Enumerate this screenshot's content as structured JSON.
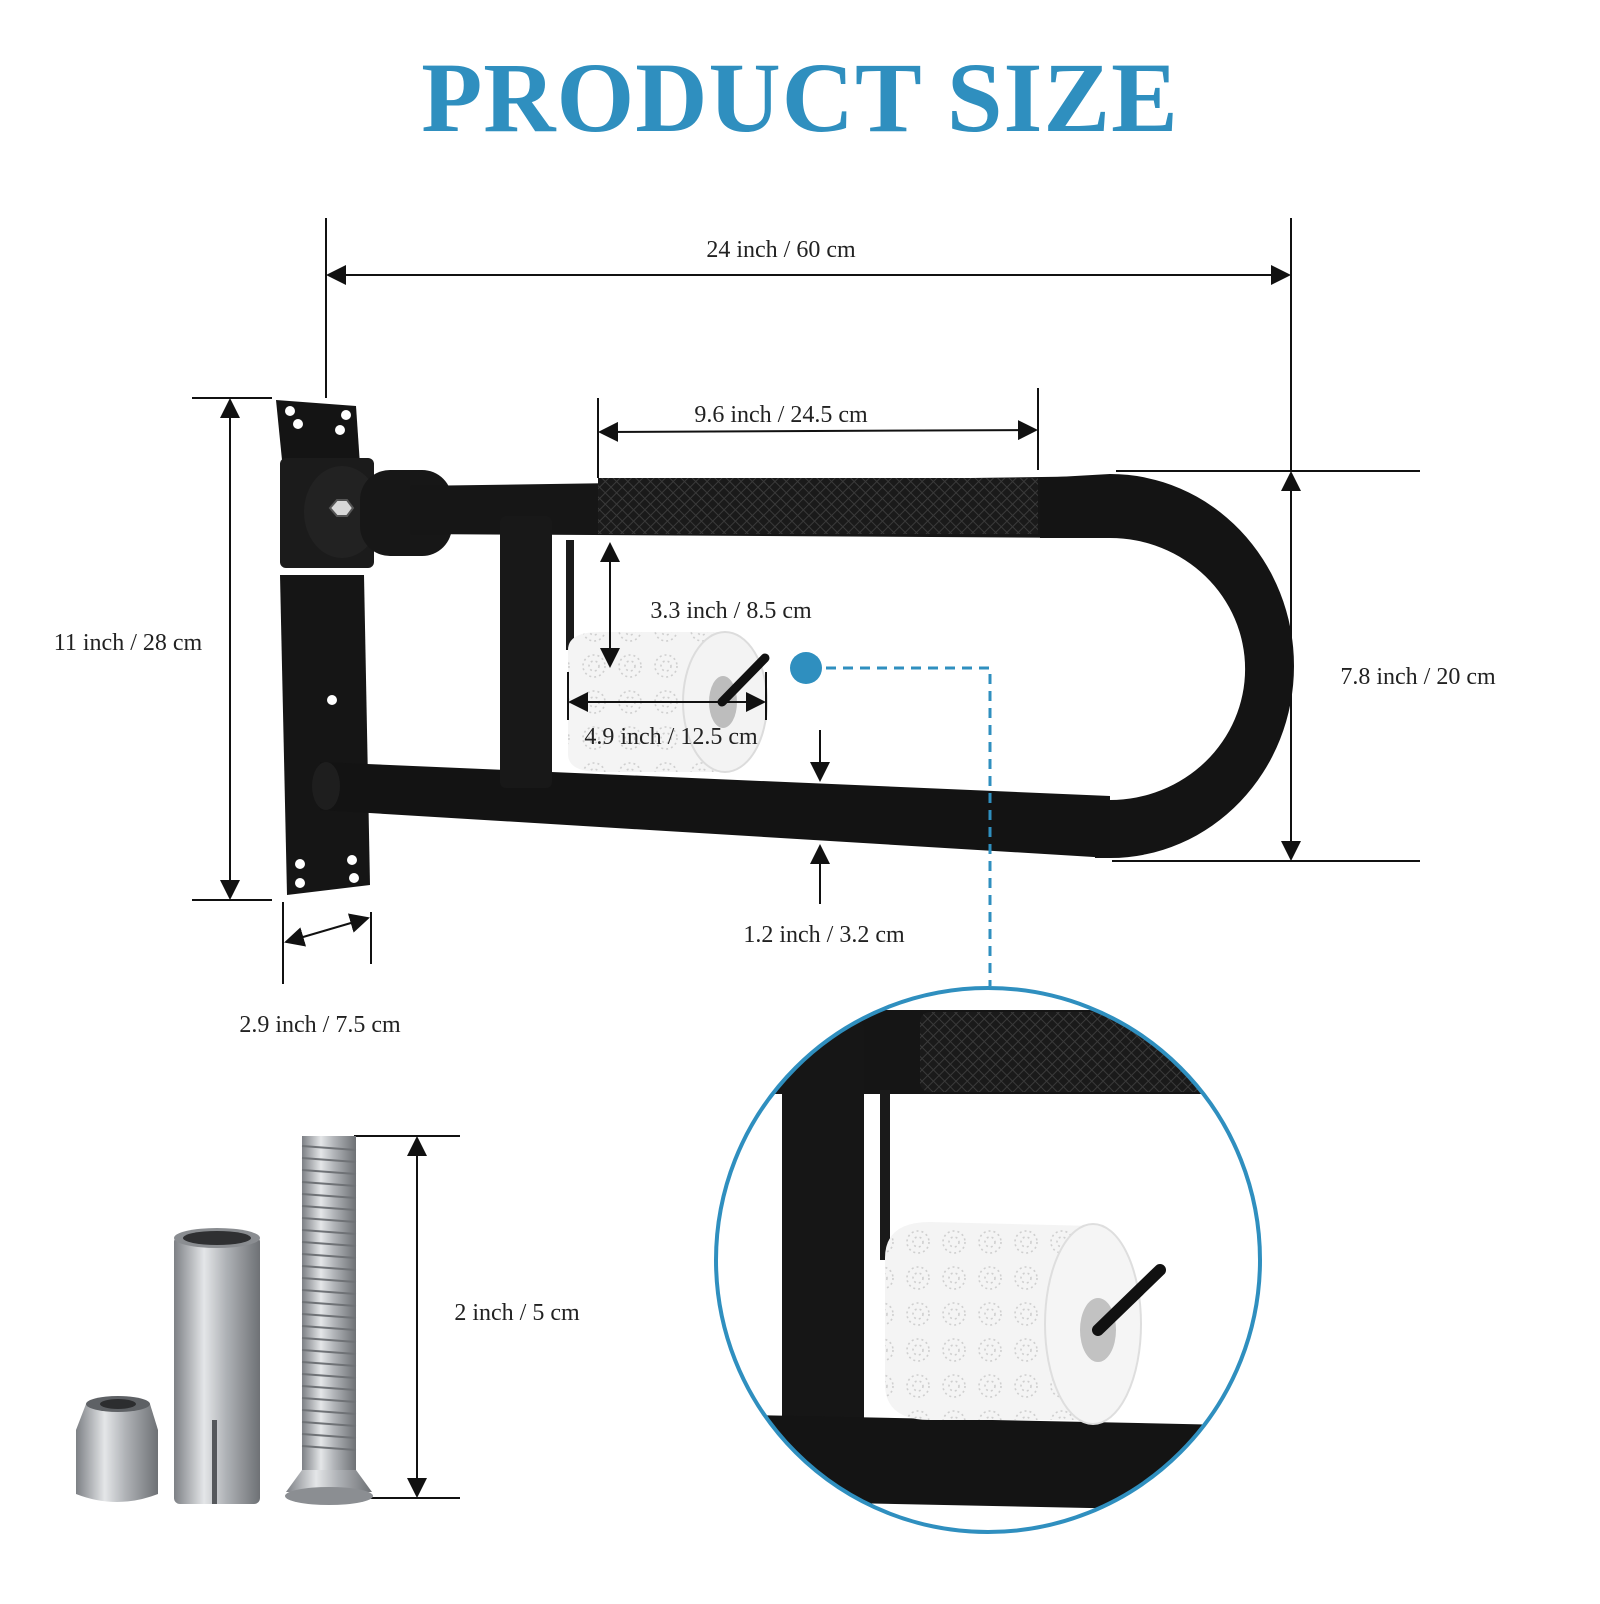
{
  "title": "PRODUCT SIZE",
  "colors": {
    "accent": "#2f8fbf",
    "bar": "#111111",
    "paper": "#f2f2f2",
    "steel": "#b9bbbe"
  },
  "dimensions": {
    "overall_length": "24 inch / 60 cm",
    "knurled_grip": "9.6 inch / 24.5 cm",
    "plate_height": "11 inch / 28 cm",
    "holder_drop": "3.3 inch / 8.5 cm",
    "roll_width": "4.9 inch / 12.5 cm",
    "bar_height": "7.8 inch / 20 cm",
    "tube_diameter": "1.2 inch / 3.2 cm",
    "plate_width": "2.9 inch / 7.5 cm",
    "anchor_length": "2 inch / 5 cm"
  }
}
